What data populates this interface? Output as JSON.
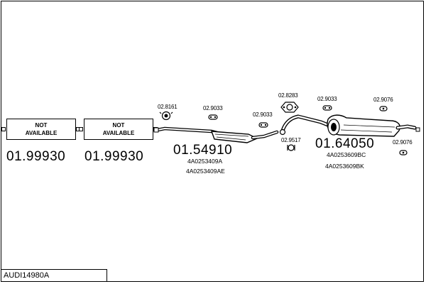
{
  "title": "AUDI14980A",
  "unavailable": [
    {
      "line1": "NOT",
      "line2": "AVAILABLE",
      "part": "01.99930"
    },
    {
      "line1": "NOT",
      "line2": "AVAILABLE",
      "part": "01.99930"
    }
  ],
  "parts": {
    "front_pipe_clamp": "02.8161",
    "front_pipe_hanger": "02.9033",
    "mid_hanger": "02.9033",
    "rear_pipe_gasket": "02.8283",
    "rear_pipe_clamp": "02.9517",
    "rear_hanger": "02.9033",
    "tail_hanger_top": "02.9076",
    "tail_hanger_bottom": "02.9076"
  },
  "front_silencer": {
    "part": "01.54910",
    "refs": [
      "4A0253409A",
      "4A0253409AE"
    ]
  },
  "rear_silencer": {
    "part": "01.64050",
    "refs": [
      "4A0253609BC",
      "4A0253609BK"
    ]
  }
}
